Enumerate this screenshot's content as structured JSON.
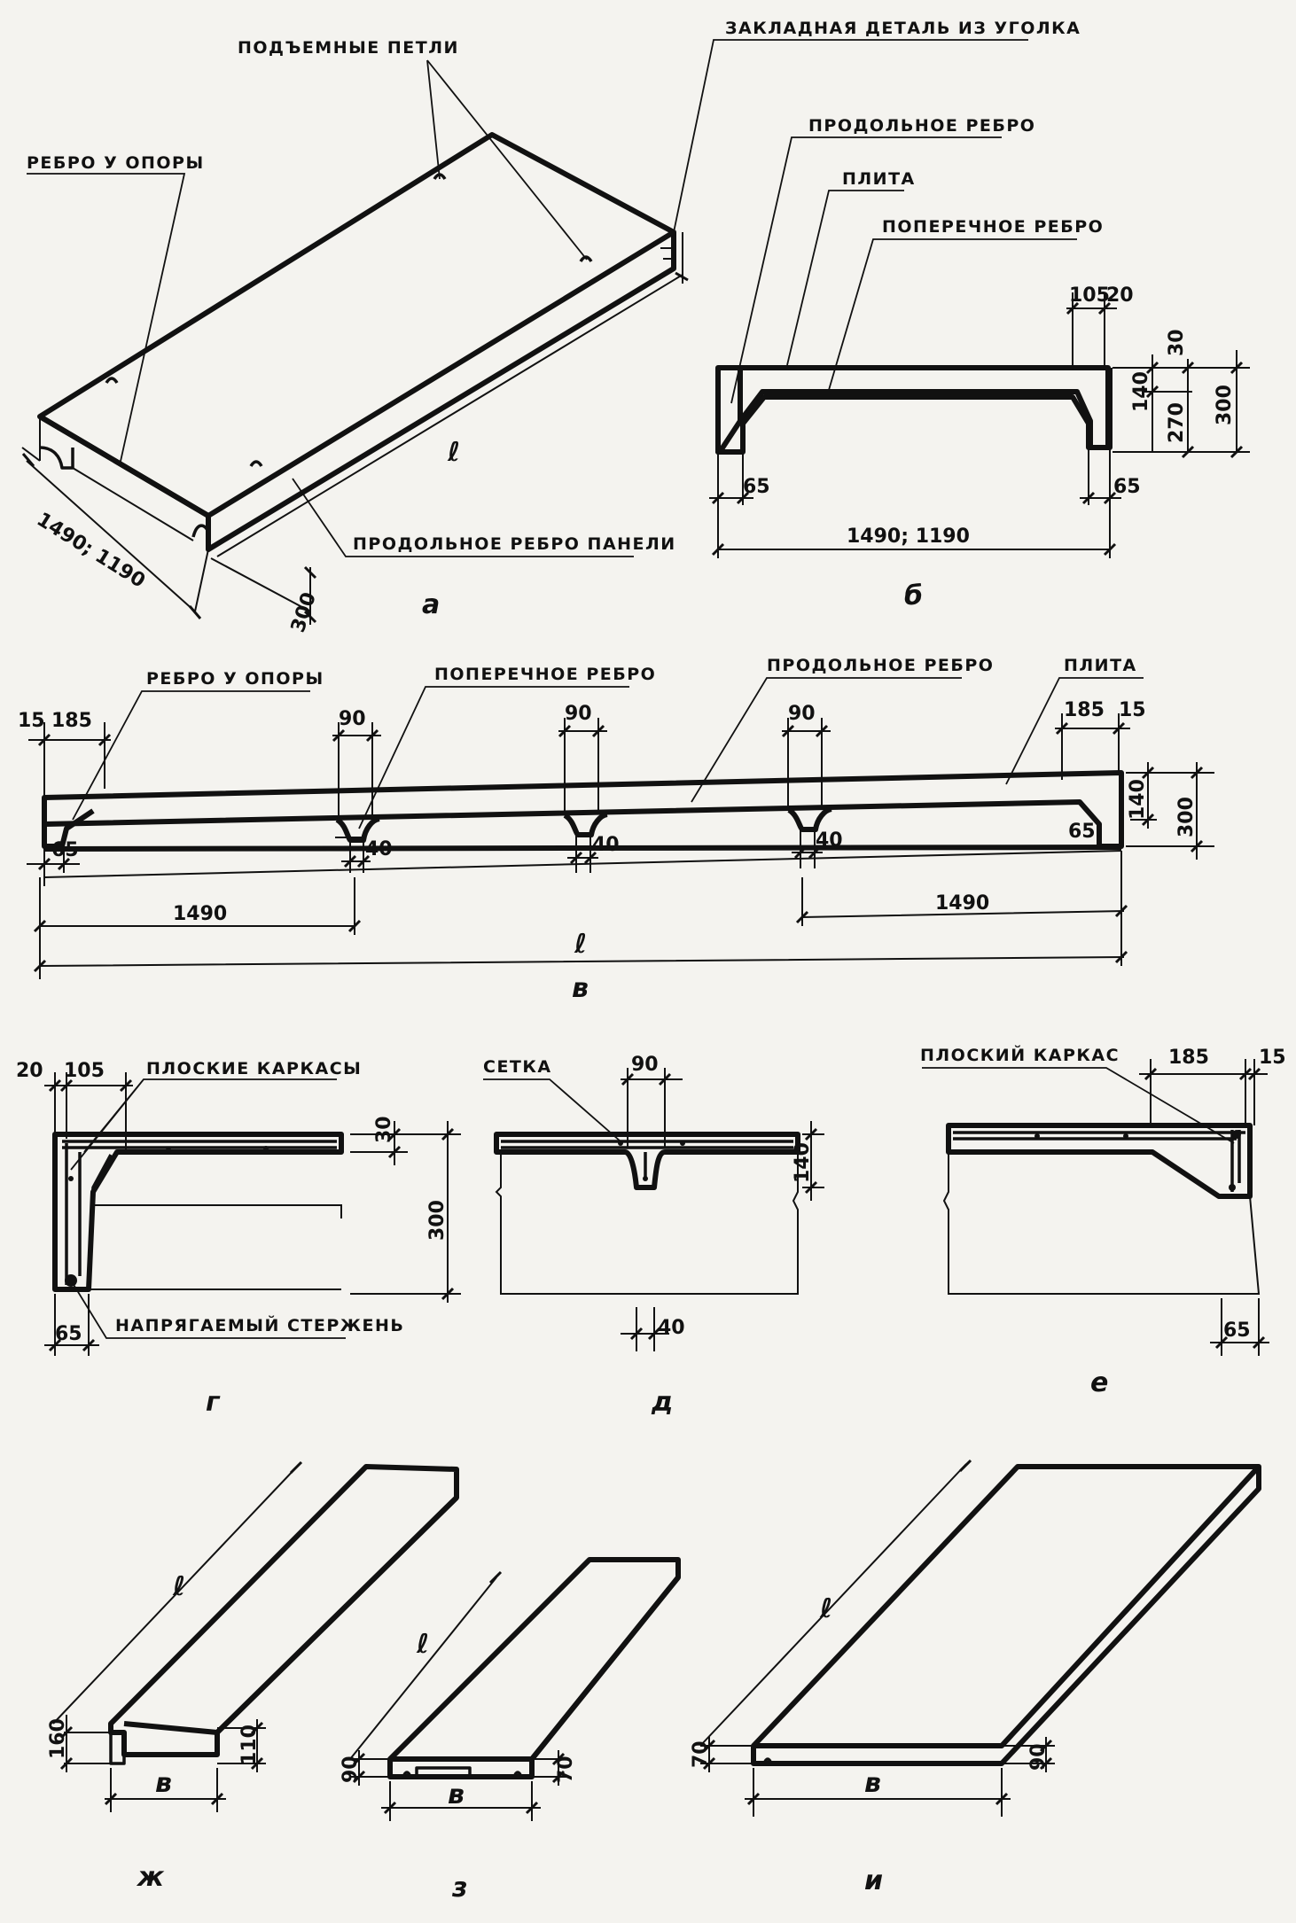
{
  "labels": {
    "lifting_loops": "ПОДЪЕМНЫЕ ПЕТЛИ",
    "embedded_angle": "ЗАКЛАДНАЯ ДЕТАЛЬ ИЗ УГОЛКА",
    "support_rib": "РЕБРО У ОПОРЫ",
    "longitudinal_rib_panel": "ПРОДОЛЬНОЕ РЕБРО ПАНЕЛИ",
    "longitudinal_rib": "ПРОДОЛЬНОЕ РЕБРО",
    "slab": "ПЛИТА",
    "transverse_rib": "ПОПЕРЕЧНОЕ РЕБРО",
    "flat_frames": "ПЛОСКИЕ КАРКАСЫ",
    "prestressed_bar": "НАПРЯГАЕМЫЙ СТЕРЖЕНЬ",
    "mesh": "СЕТКА",
    "flat_frame": "ПЛОСКИЙ КАРКАС"
  },
  "dims": {
    "width_a": "1490; 1190",
    "width_b": "1490; 1190",
    "d300": "300",
    "d105": "105",
    "d20": "20",
    "d30": "30",
    "d140": "140",
    "d270": "270",
    "d65": "65",
    "d15": "15",
    "d185": "185",
    "d90": "90",
    "d40": "40",
    "d1490": "1490",
    "d160": "160",
    "d110": "110",
    "d70": "70",
    "l": "ℓ",
    "b": "в"
  },
  "captions": [
    "а",
    "б",
    "в",
    "г",
    "д",
    "е",
    "ж",
    "з",
    "и"
  ]
}
